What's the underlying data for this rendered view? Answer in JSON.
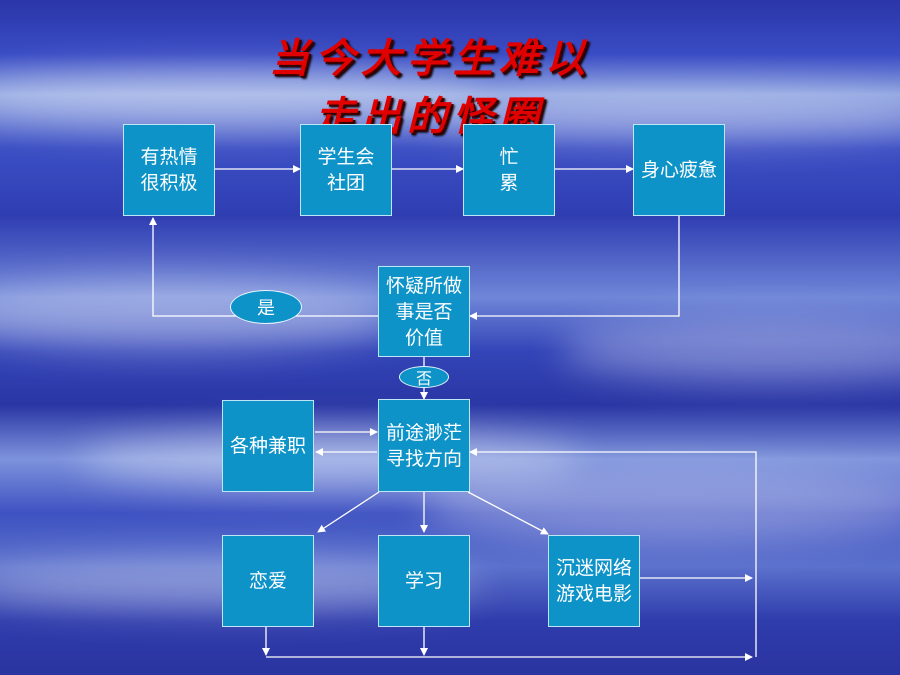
{
  "title": {
    "line1": "当今大学生难以",
    "line2": "走出的怪圈"
  },
  "nodes": {
    "enthusiasm": "有热情\n很积极",
    "student_union": "学生会\n社团",
    "busy": "忙\n累",
    "exhausted": "身心疲惫",
    "doubt": "怀疑所做\n事是否\n价值",
    "confused": "前途渺茫\n寻找方向",
    "part_time": "各种兼职",
    "romance": "恋爱",
    "study": "学习",
    "games": "沉迷网络\n游戏电影"
  },
  "labels": {
    "yes": "是",
    "no": "否"
  },
  "colors": {
    "box": "#0e93c9",
    "title": "#e00000",
    "line": "#ffffff"
  }
}
